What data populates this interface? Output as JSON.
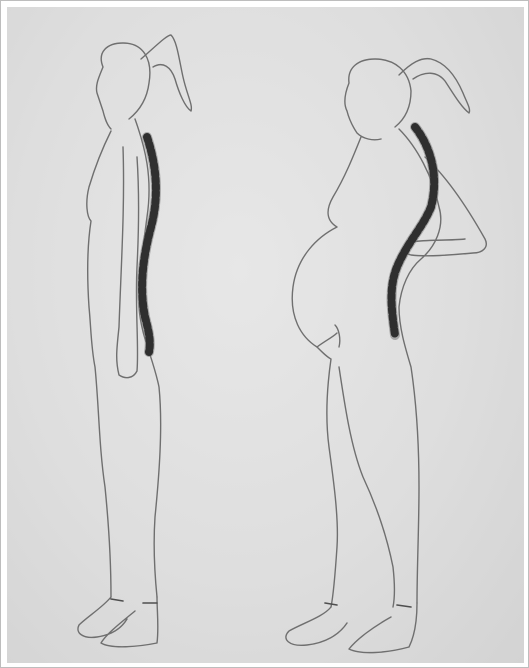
{
  "image": {
    "subject": "pencil-sketch",
    "figures": [
      {
        "id": "non-pregnant-figure"
      },
      {
        "id": "pregnant-figure"
      }
    ],
    "colors": {
      "paper": "#e2e2e2",
      "pencil": "#6f6f6f",
      "spine": "#2f2f2f"
    }
  }
}
